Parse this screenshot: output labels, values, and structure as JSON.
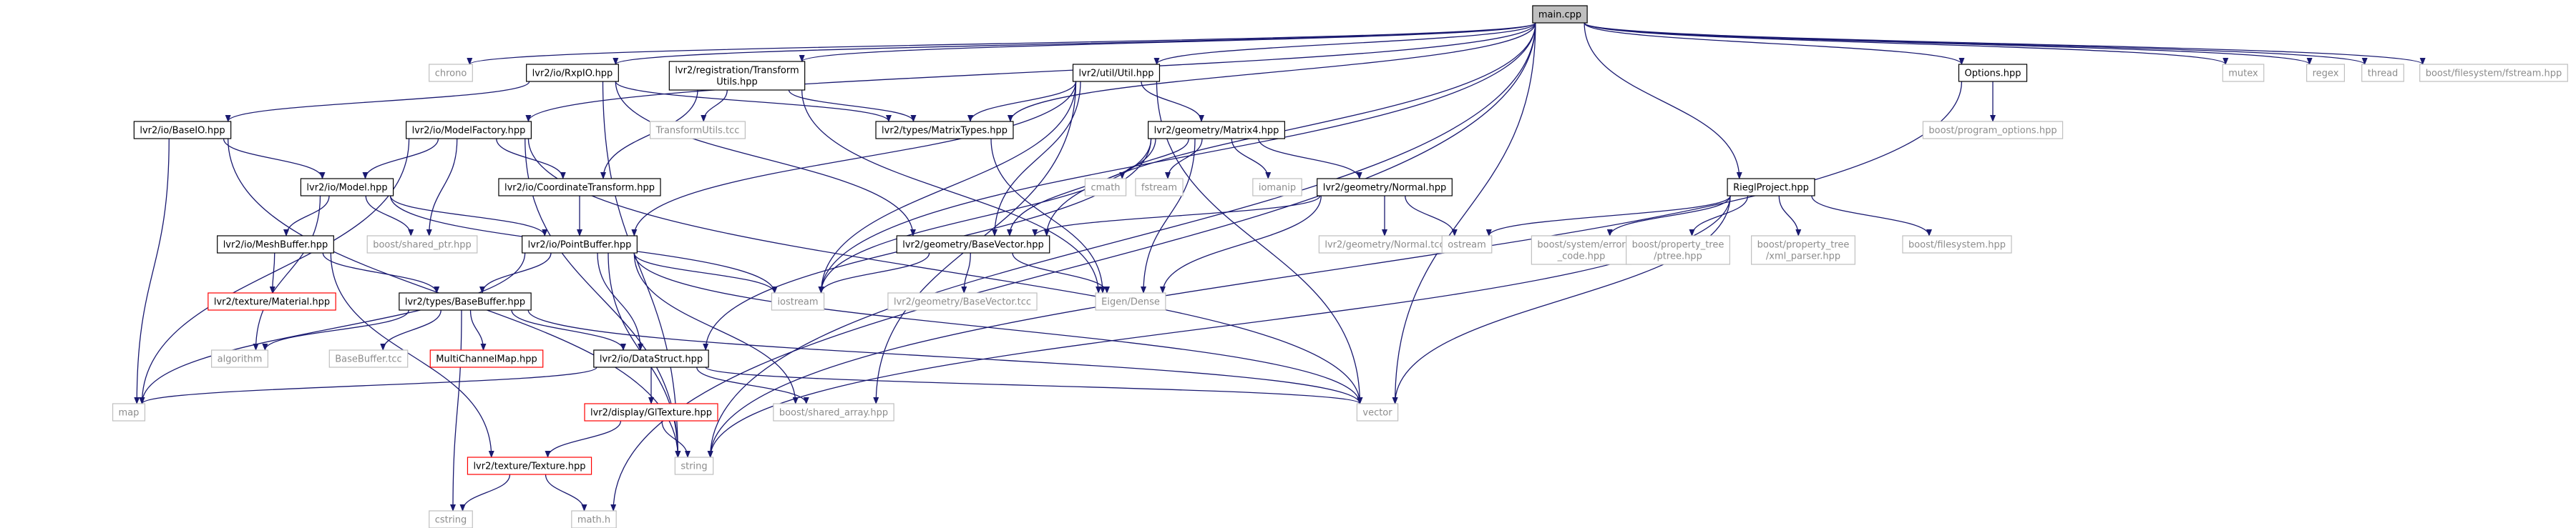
{
  "graph": {
    "colors": {
      "edge": "#191970",
      "node_default_border": "#000000",
      "node_missing_border": "#bfbfbf",
      "node_red_border": "#ff0000",
      "root_fill": "#bfbfbf",
      "text_default": "#000000",
      "text_missing": "#8c8c8c"
    },
    "nodes": [
      {
        "id": "main",
        "label": "main.cpp",
        "style": "root"
      },
      {
        "id": "chrono",
        "label": "chrono",
        "style": "missing"
      },
      {
        "id": "rxpio",
        "label": "lvr2/io/RxpIO.hpp",
        "style": "normal"
      },
      {
        "id": "regtrans",
        "label": "lvr2/registration/Transform Utils.hpp",
        "style": "normal"
      },
      {
        "id": "utilutil",
        "label": "lvr2/util/Util.hpp",
        "style": "normal"
      },
      {
        "id": "options",
        "label": "Options.hpp",
        "style": "normal"
      },
      {
        "id": "mutex",
        "label": "mutex",
        "style": "missing"
      },
      {
        "id": "regex",
        "label": "regex",
        "style": "missing"
      },
      {
        "id": "thread",
        "label": "thread",
        "style": "missing"
      },
      {
        "id": "fsfstream",
        "label": "boost/filesystem/fstream.hpp",
        "style": "missing"
      },
      {
        "id": "baseio",
        "label": "lvr2/io/BaseIO.hpp",
        "style": "normal"
      },
      {
        "id": "modelfactory",
        "label": "lvr2/io/ModelFactory.hpp",
        "style": "normal"
      },
      {
        "id": "transformtcc",
        "label": "TransformUtils.tcc",
        "style": "missing"
      },
      {
        "id": "matrixtypes",
        "label": "lvr2/types/MatrixTypes.hpp",
        "style": "normal"
      },
      {
        "id": "matrix4",
        "label": "lvr2/geometry/Matrix4.hpp",
        "style": "normal"
      },
      {
        "id": "progopts",
        "label": "boost/program_options.hpp",
        "style": "missing"
      },
      {
        "id": "model",
        "label": "lvr2/io/Model.hpp",
        "style": "normal"
      },
      {
        "id": "coordtrans",
        "label": "lvr2/io/CoordinateTransform.hpp",
        "style": "normal"
      },
      {
        "id": "cmath",
        "label": "cmath",
        "style": "missing"
      },
      {
        "id": "fstream",
        "label": "fstream",
        "style": "missing"
      },
      {
        "id": "iomanip",
        "label": "iomanip",
        "style": "missing"
      },
      {
        "id": "normal",
        "label": "lvr2/geometry/Normal.hpp",
        "style": "normal"
      },
      {
        "id": "riegl",
        "label": "RieglProject.hpp",
        "style": "normal"
      },
      {
        "id": "meshbuffer",
        "label": "lvr2/io/MeshBuffer.hpp",
        "style": "normal"
      },
      {
        "id": "sharedptr",
        "label": "boost/shared_ptr.hpp",
        "style": "missing"
      },
      {
        "id": "pointbuffer",
        "label": "lvr2/io/PointBuffer.hpp",
        "style": "normal"
      },
      {
        "id": "basevector",
        "label": "lvr2/geometry/BaseVector.hpp",
        "style": "normal"
      },
      {
        "id": "normaltcc",
        "label": "lvr2/geometry/Normal.tcc",
        "style": "missing"
      },
      {
        "id": "ostream",
        "label": "ostream",
        "style": "missing"
      },
      {
        "id": "syserror",
        "label": "boost/system/error _code.hpp",
        "style": "missing"
      },
      {
        "id": "ptree",
        "label": "boost/property_tree /ptree.hpp",
        "style": "missing"
      },
      {
        "id": "xmlparser",
        "label": "boost/property_tree /xml_parser.hpp",
        "style": "missing"
      },
      {
        "id": "filesystem",
        "label": "boost/filesystem.hpp",
        "style": "missing"
      },
      {
        "id": "material",
        "label": "lvr2/texture/Material.hpp",
        "style": "red"
      },
      {
        "id": "iostream",
        "label": "iostream",
        "style": "missing"
      },
      {
        "id": "basevectortcc",
        "label": "lvr2/geometry/BaseVector.tcc",
        "style": "missing"
      },
      {
        "id": "eigendense",
        "label": "Eigen/Dense",
        "style": "missing"
      },
      {
        "id": "basebuffer",
        "label": "lvr2/types/BaseBuffer.hpp",
        "style": "normal"
      },
      {
        "id": "algorithm",
        "label": "algorithm",
        "style": "missing"
      },
      {
        "id": "basebuffertcc",
        "label": "BaseBuffer.tcc",
        "style": "missing"
      },
      {
        "id": "multichannel",
        "label": "MultiChannelMap.hpp",
        "style": "red"
      },
      {
        "id": "datastruct",
        "label": "lvr2/io/DataStruct.hpp",
        "style": "normal"
      },
      {
        "id": "map",
        "label": "map",
        "style": "missing"
      },
      {
        "id": "sharedarray",
        "label": "boost/shared_array.hpp",
        "style": "missing"
      },
      {
        "id": "vector",
        "label": "vector",
        "style": "missing"
      },
      {
        "id": "gltexture",
        "label": "lvr2/display/GlTexture.hpp",
        "style": "red"
      },
      {
        "id": "texture",
        "label": "lvr2/texture/Texture.hpp",
        "style": "red"
      },
      {
        "id": "string",
        "label": "string",
        "style": "missing"
      },
      {
        "id": "cstring",
        "label": "cstring",
        "style": "missing"
      },
      {
        "id": "mathh",
        "label": "math.h",
        "style": "missing"
      }
    ],
    "edges": [
      [
        "main",
        "chrono"
      ],
      [
        "main",
        "rxpio"
      ],
      [
        "main",
        "regtrans"
      ],
      [
        "main",
        "utilutil"
      ],
      [
        "main",
        "options"
      ],
      [
        "main",
        "mutex"
      ],
      [
        "main",
        "regex"
      ],
      [
        "main",
        "thread"
      ],
      [
        "main",
        "fsfstream"
      ],
      [
        "main",
        "modelfactory"
      ],
      [
        "main",
        "matrixtypes"
      ],
      [
        "main",
        "basevector"
      ],
      [
        "main",
        "iostream"
      ],
      [
        "main",
        "riegl"
      ],
      [
        "main",
        "vector"
      ],
      [
        "main",
        "string"
      ],
      [
        "main",
        "mathh"
      ],
      [
        "rxpio",
        "baseio"
      ],
      [
        "rxpio",
        "matrixtypes"
      ],
      [
        "rxpio",
        "basevector"
      ],
      [
        "rxpio",
        "string"
      ],
      [
        "regtrans",
        "transformtcc"
      ],
      [
        "regtrans",
        "matrixtypes"
      ],
      [
        "regtrans",
        "coordtrans"
      ],
      [
        "regtrans",
        "eigendense"
      ],
      [
        "utilutil",
        "matrixtypes"
      ],
      [
        "utilutil",
        "matrix4"
      ],
      [
        "utilutil",
        "pointbuffer"
      ],
      [
        "utilutil",
        "basevector"
      ],
      [
        "utilutil",
        "sharedarray"
      ],
      [
        "utilutil",
        "vector"
      ],
      [
        "utilutil",
        "iostream"
      ],
      [
        "options",
        "progopts"
      ],
      [
        "options",
        "string"
      ],
      [
        "baseio",
        "model"
      ],
      [
        "baseio",
        "map"
      ],
      [
        "baseio",
        "string"
      ],
      [
        "modelfactory",
        "model"
      ],
      [
        "modelfactory",
        "coordtrans"
      ],
      [
        "modelfactory",
        "sharedptr"
      ],
      [
        "modelfactory",
        "string"
      ],
      [
        "modelfactory",
        "map"
      ],
      [
        "modelfactory",
        "vector"
      ],
      [
        "matrixtypes",
        "eigendense"
      ],
      [
        "matrix4",
        "cmath"
      ],
      [
        "matrix4",
        "fstream"
      ],
      [
        "matrix4",
        "iomanip"
      ],
      [
        "matrix4",
        "normal"
      ],
      [
        "matrix4",
        "basevector"
      ],
      [
        "matrix4",
        "eigendense"
      ],
      [
        "matrix4",
        "iostream"
      ],
      [
        "matrix4",
        "datastruct"
      ],
      [
        "model",
        "meshbuffer"
      ],
      [
        "model",
        "pointbuffer"
      ],
      [
        "model",
        "sharedptr"
      ],
      [
        "model",
        "iostream"
      ],
      [
        "model",
        "algorithm"
      ],
      [
        "coordtrans",
        "pointbuffer"
      ],
      [
        "normal",
        "basevector"
      ],
      [
        "normal",
        "normaltcc"
      ],
      [
        "normal",
        "ostream"
      ],
      [
        "normal",
        "eigendense"
      ],
      [
        "riegl",
        "ostream"
      ],
      [
        "riegl",
        "syserror"
      ],
      [
        "riegl",
        "ptree"
      ],
      [
        "riegl",
        "xmlparser"
      ],
      [
        "riegl",
        "filesystem"
      ],
      [
        "riegl",
        "vector"
      ],
      [
        "riegl",
        "string"
      ],
      [
        "meshbuffer",
        "material"
      ],
      [
        "meshbuffer",
        "basebuffer"
      ],
      [
        "meshbuffer",
        "texture"
      ],
      [
        "pointbuffer",
        "basebuffer"
      ],
      [
        "pointbuffer",
        "datastruct"
      ],
      [
        "pointbuffer",
        "iostream"
      ],
      [
        "pointbuffer",
        "sharedarray"
      ],
      [
        "pointbuffer",
        "map"
      ],
      [
        "pointbuffer",
        "string"
      ],
      [
        "pointbuffer",
        "vector"
      ],
      [
        "basevector",
        "iostream"
      ],
      [
        "basevector",
        "basevectortcc"
      ],
      [
        "basevector",
        "eigendense"
      ],
      [
        "basebuffer",
        "algorithm"
      ],
      [
        "basebuffer",
        "basebuffertcc"
      ],
      [
        "basebuffer",
        "multichannel"
      ],
      [
        "basebuffer",
        "datastruct"
      ],
      [
        "basebuffer",
        "cstring"
      ],
      [
        "basebuffer",
        "vector"
      ],
      [
        "datastruct",
        "sharedarray"
      ],
      [
        "datastruct",
        "gltexture"
      ],
      [
        "datastruct",
        "map"
      ],
      [
        "datastruct",
        "vector"
      ],
      [
        "gltexture",
        "texture"
      ],
      [
        "gltexture",
        "string"
      ],
      [
        "texture",
        "cstring"
      ],
      [
        "texture",
        "mathh"
      ]
    ]
  }
}
